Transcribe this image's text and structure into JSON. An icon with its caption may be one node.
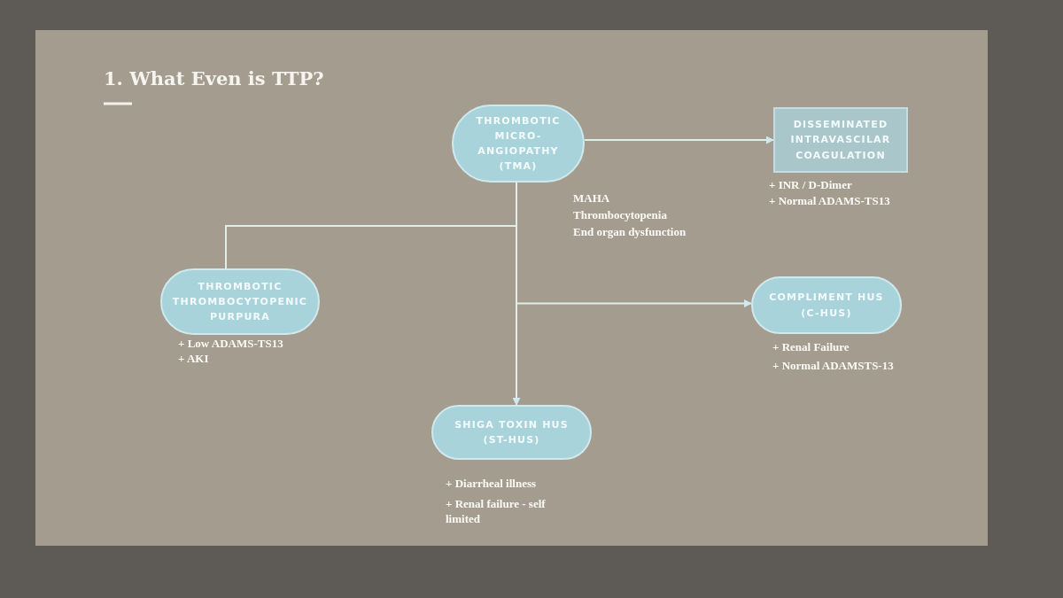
{
  "diagram": {
    "title": "1. What Even is TTP?",
    "nodes": [
      {
        "text": [
          "THROMBOTIC MICRO- ANGIOPATHY (TMA)"
        ],
        "beside": [
          "MAHA",
          "Thrombocytopenia",
          "End organ dysfunction"
        ]
      },
      {
        "text": [
          "DISSEMINATED INTRAVASCILAR COAGULATION"
        ],
        "beside": [
          "+ INR / D-Dimer",
          "+ Normal ADAMS-TS13"
        ]
      },
      {
        "text": [
          "THROMBOTIC THROMBOCYTOPENIC PURPURA"
        ],
        "beside": [
          "+ Low ADAMS-TS13",
          "+ AKI"
        ]
      },
      {
        "text": [
          "COMPLIMENT HUS (C-HUS)"
        ],
        "beside": [
          "+ Renal Failure",
          "+ Normal ADAMSTS-13"
        ]
      },
      {
        "text": [
          "SHIGA TOXIN HUS (ST-HUS)"
        ],
        "beside": [
          "+ Diarrheal illness",
          "+ Renal failure - self limited"
        ]
      }
    ],
    "edges": [
      {
        "from": 0,
        "to": 1,
        "arrow": "to"
      },
      {
        "from": 0,
        "to": 2,
        "arrow": "none"
      },
      {
        "from": 0,
        "to": 3,
        "arrow": "to"
      },
      {
        "from": 0,
        "to": 4,
        "arrow": "to"
      }
    ]
  }
}
